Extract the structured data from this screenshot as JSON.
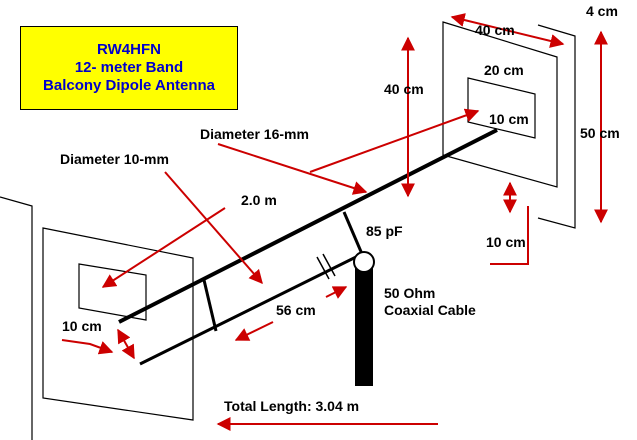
{
  "title": {
    "callsign": "RW4HFN",
    "band": "12- meter Band",
    "antenna": "Balcony Dipole Antenna"
  },
  "labels": {
    "width_top": "40 cm",
    "thickness": "4 cm",
    "height_left": "40 cm",
    "inner_width": "20 cm",
    "inner_height": "10 cm",
    "height_right": "50 cm",
    "diameter_16": "Diameter 16-mm",
    "diameter_10": "Diameter 10-mm",
    "length_2m": "2.0 m",
    "capacitor": "85 pF",
    "gap_bottom": "10 cm",
    "left_plate": "10 cm",
    "spacing": "56 cm",
    "coax_line1": "50 Ohm",
    "coax_line2": "Coaxial Cable",
    "total_length": "Total Length: 3.04 m"
  },
  "colors": {
    "title_bg": "#ffff00",
    "title_text": "#0000cc",
    "arrow": "#cc0000",
    "line": "#000000"
  }
}
